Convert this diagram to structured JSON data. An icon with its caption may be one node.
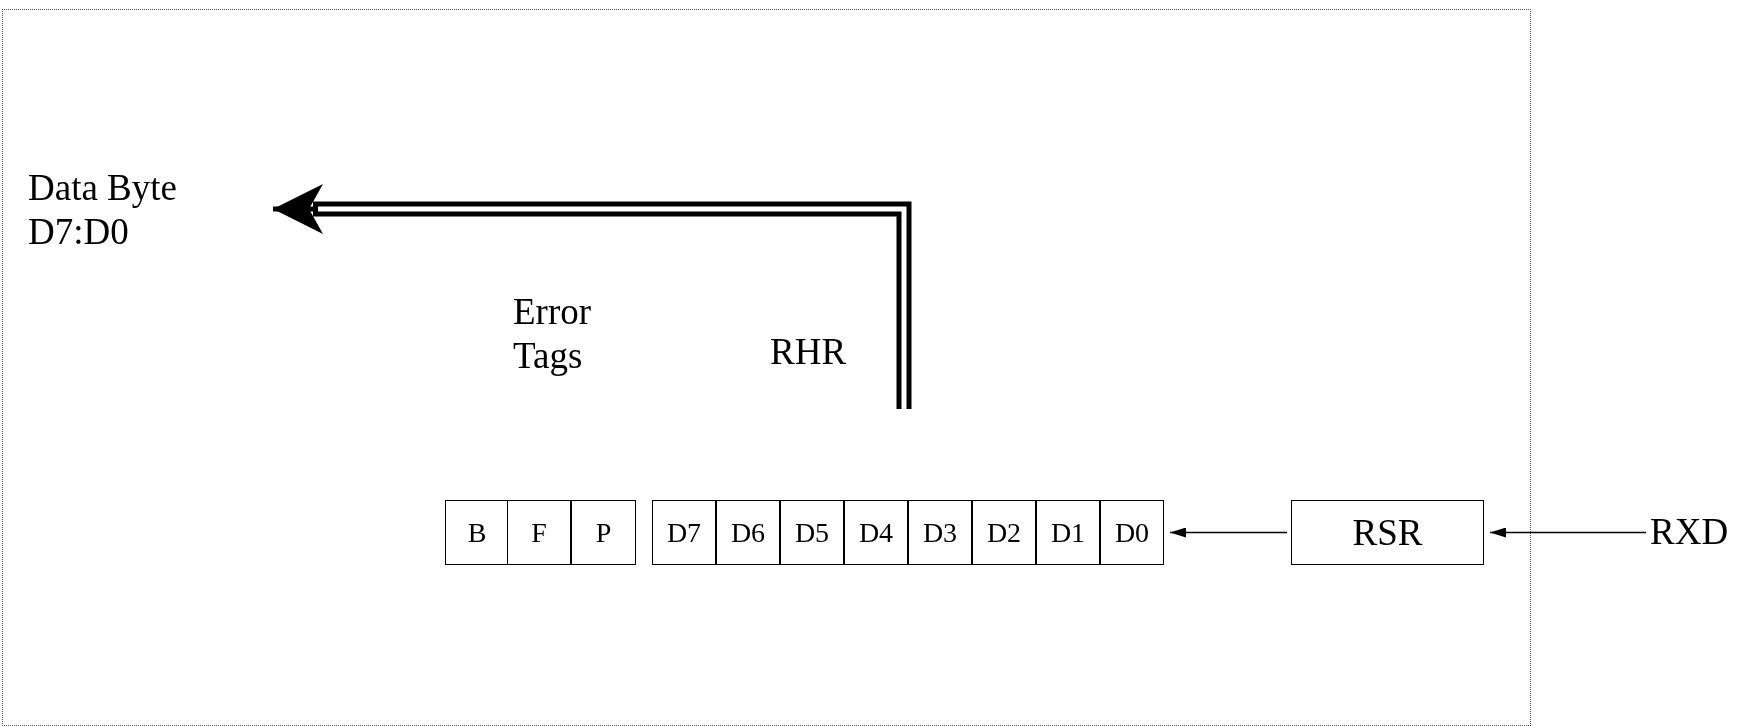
{
  "diagram": {
    "nodes": [
      {
        "text": [
          "Data Byte D7:D0"
        ]
      },
      {
        "text": [
          "B"
        ]
      },
      {
        "text": [
          "F"
        ]
      },
      {
        "text": [
          "P"
        ]
      },
      {
        "text": [
          "D7"
        ]
      },
      {
        "text": [
          "D6"
        ]
      },
      {
        "text": [
          "D5"
        ]
      },
      {
        "text": [
          "D4"
        ]
      },
      {
        "text": [
          "D3"
        ]
      },
      {
        "text": [
          "D2"
        ]
      },
      {
        "text": [
          "D1"
        ]
      },
      {
        "text": [
          "D0"
        ]
      },
      {
        "text": [
          "RSR"
        ]
      },
      {
        "text": [
          "RXD"
        ]
      }
    ],
    "edges": [
      {
        "from": 13,
        "to": 12,
        "arrow": "to"
      },
      {
        "from": 12,
        "to": 11,
        "arrow": "to"
      },
      {
        "from": null,
        "to": 0,
        "arrow": "to",
        "label": "RHR",
        "style": "thick"
      }
    ],
    "labels": [
      "Error Tags"
    ]
  }
}
